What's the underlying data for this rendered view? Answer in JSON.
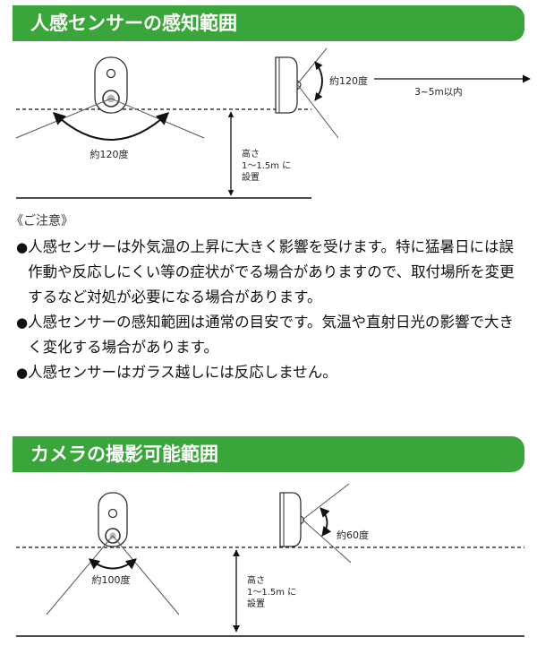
{
  "sections": {
    "sensor": {
      "title": "人感センサーの感知範囲",
      "front_angle": "約120度",
      "side_angle": "約120度",
      "distance": "3~5m以内",
      "height_line1": "高さ",
      "height_line2": "1～1.5m に",
      "height_line3": "設置"
    },
    "camera": {
      "title": "カメラの撮影可能範囲",
      "front_angle": "約100度",
      "side_angle": "約60度",
      "height_line1": "高さ",
      "height_line2": "1～1.5m に",
      "height_line3": "設置"
    }
  },
  "notes": {
    "title": "《ご注意》",
    "bullet_symbol": "●",
    "items": [
      "人感センサーは外気温の上昇に大きく影響を受けます。特に猛暑日には誤作動や反応しにくい等の症状がでる場合がありますので、取付場所を変更するなど対処が必要になる場合があります。",
      "人感センサーの感知範囲は通常の目安です。気温や直射日光の影響で大きく変化する場合があります。",
      "人感センサーはガラス越しには反応しません。"
    ]
  }
}
